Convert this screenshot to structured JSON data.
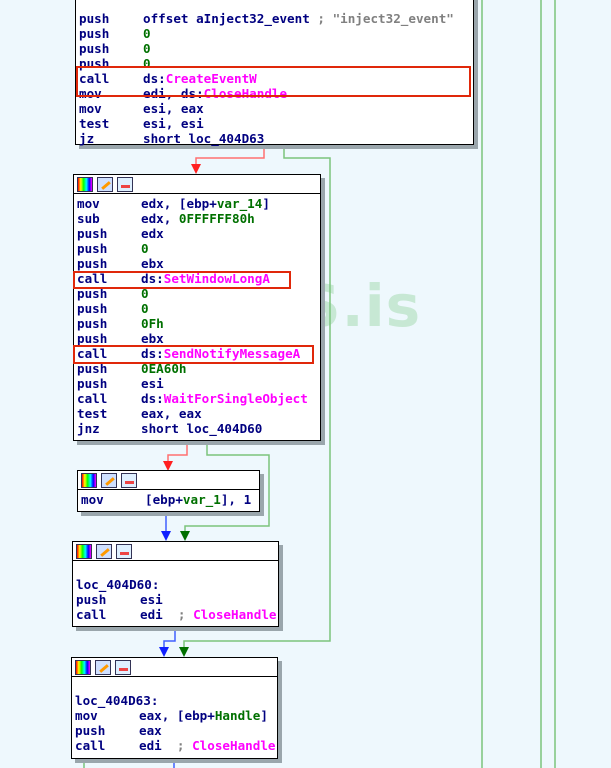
{
  "watermark": "XSS.is",
  "colors": {
    "background": "#eef8fd",
    "mnemonic": "#000080",
    "number": "#007000",
    "api": "#ff00ff",
    "comment": "#808080",
    "highlight": "#e0280a",
    "edge_true": "#3c9c3c",
    "edge_false": "#ff4040",
    "edge_uncond": "#2040ff"
  },
  "blocks": [
    {
      "rows": [
        {
          "m": "push",
          "a": "offset aInject32_event",
          "c": "\"inject32_event\""
        },
        {
          "m": "push",
          "n": "0"
        },
        {
          "m": "push",
          "n": "0"
        },
        {
          "m": "push",
          "n": "0"
        },
        {
          "m": "call",
          "a": "ds:",
          "f": "CreateEventW"
        },
        {
          "m": "mov",
          "a": "edi, ds:",
          "f": "CloseHandle"
        },
        {
          "m": "mov",
          "a": "esi, eax"
        },
        {
          "m": "test",
          "a": "esi, esi"
        },
        {
          "m": "jz",
          "a": "short loc_404D63"
        }
      ]
    },
    {
      "rows": [
        {
          "m": "mov",
          "a": "edx, [ebp+",
          "n": "var_14",
          "a2": "]"
        },
        {
          "m": "sub",
          "a": "edx, ",
          "n": "0FFFFFF80h"
        },
        {
          "m": "push",
          "a": "edx"
        },
        {
          "m": "push",
          "n": "0"
        },
        {
          "m": "push",
          "a": "ebx"
        },
        {
          "m": "call",
          "a": "ds:",
          "f": "SetWindowLongA"
        },
        {
          "m": "push",
          "n": "0"
        },
        {
          "m": "push",
          "n": "0"
        },
        {
          "m": "push",
          "n": "0Fh"
        },
        {
          "m": "push",
          "a": "ebx"
        },
        {
          "m": "call",
          "a": "ds:",
          "f": "SendNotifyMessageA"
        },
        {
          "m": "push",
          "n": "0EA60h"
        },
        {
          "m": "push",
          "a": "esi"
        },
        {
          "m": "call",
          "a": "ds:",
          "f": "WaitForSingleObject"
        },
        {
          "m": "test",
          "a": "eax, eax"
        },
        {
          "m": "jnz",
          "a": "short loc_404D60"
        }
      ]
    },
    {
      "rows": [
        {
          "m": "mov",
          "a": "[ebp+",
          "n": "var_1",
          "a2": "], 1"
        }
      ]
    },
    {
      "label": "loc_404D60:",
      "rows": [
        {
          "m": "push",
          "a": "esi"
        },
        {
          "m": "call",
          "a": "edi ",
          "c": "CloseHandle"
        }
      ]
    },
    {
      "label": "loc_404D63:",
      "rows": [
        {
          "m": "mov",
          "a": "eax, [ebp+",
          "n": "Handle",
          "a2": "]"
        },
        {
          "m": "push",
          "a": "eax"
        },
        {
          "m": "call",
          "a": "edi ",
          "c": "CloseHandle"
        }
      ]
    }
  ]
}
